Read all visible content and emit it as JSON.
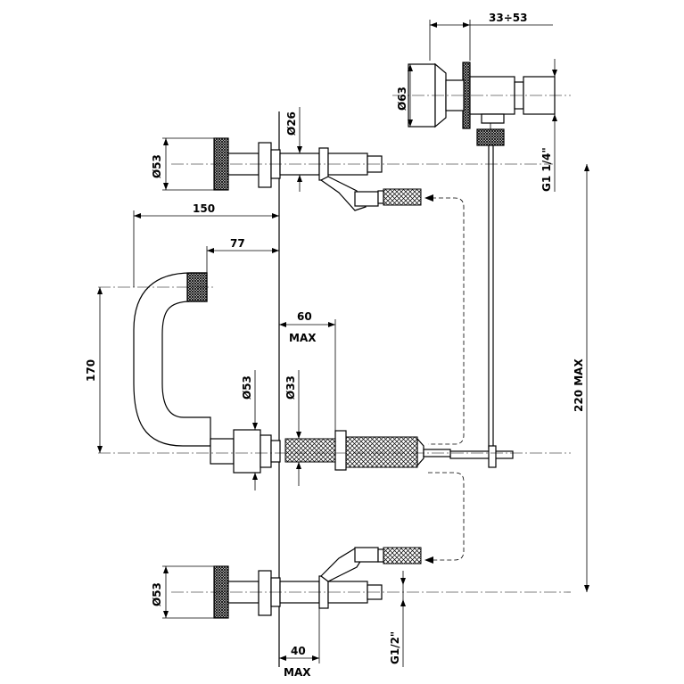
{
  "dimensions": {
    "wall_plate": "33÷53",
    "flush_diameter": "Ø63",
    "thread_flush": "G1 1/4\"",
    "handle_upper_diameter": "Ø53",
    "stem_diameter_upper": "Ø26",
    "spout_reach": "150",
    "spout_offset": "77",
    "max_depth_60_value": "60",
    "max_depth_60_label": "MAX",
    "spout_height": "170",
    "body_diameter": "Ø53",
    "body_stem_diameter": "Ø33",
    "flush_height": "220 MAX",
    "handle_lower_diameter": "Ø53",
    "thread_inlet": "G1/2\"",
    "max_depth_40_value": "40",
    "max_depth_40_label": "MAX"
  }
}
